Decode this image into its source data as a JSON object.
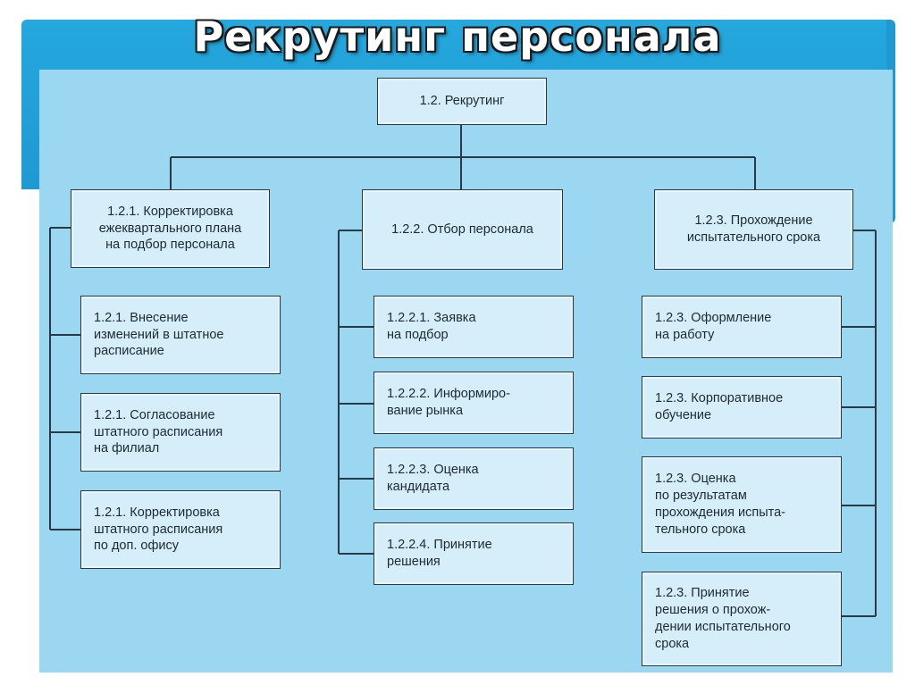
{
  "title": "Рекрутинг персонала",
  "root": {
    "label": "1.2. Рекрутинг"
  },
  "branches": [
    {
      "label": "1.2.1. Корректировка\nежеквартального плана\nна подбор персонала",
      "children": [
        "1.2.1. Внесение\nизменений в штатное\nрасписание",
        "1.2.1. Согласование\nштатного расписания\nна филиал",
        "1.2.1. Корректировка\nштатного расписания\nпо доп. офису"
      ]
    },
    {
      "label": "1.2.2. Отбор персонала",
      "children": [
        "1.2.2.1. Заявка\nна подбор",
        "1.2.2.2. Информиро-\nвание рынка",
        "1.2.2.3. Оценка\nкандидата",
        "1.2.2.4. Принятие\nрешения"
      ]
    },
    {
      "label": "1.2.3. Прохождение\nиспытательного срока",
      "children": [
        "1.2.3. Оформление\nна работу",
        "1.2.3. Корпоративное\nобучение",
        "1.2.3. Оценка\nпо результатам\nпрохождения испыта-\nтельного срока",
        "1.2.3. Принятие\nрешения о прохож-\nдении испытательного\nсрока"
      ]
    }
  ],
  "colors": {
    "banner": "#1f99d2",
    "canvas": "#9bd7f1",
    "box": "#d6eef9",
    "line": "#2a3a44"
  }
}
